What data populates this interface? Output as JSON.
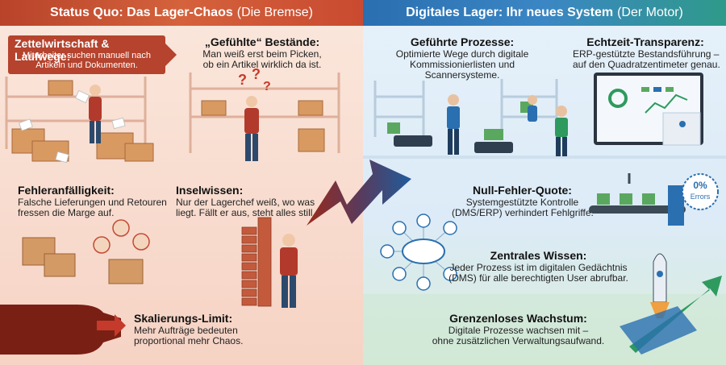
{
  "left": {
    "header": {
      "title": "Status Quo: Das Lager-Chaos",
      "paren": "(Die Bremse)"
    },
    "zettel": {
      "title": "Zettelwirtschaft & Laufwege:",
      "line1": "Mitarbeiter suchen manuell nach",
      "line2": "Artikeln und Dokumenten."
    },
    "gefuehlt": {
      "title": "„Gefühlte“ Bestände:",
      "line1": "Man weiß erst beim Picken,",
      "line2": "ob ein Artikel wirklich da ist."
    },
    "fehler": {
      "title": "Fehleranfälligkeit:",
      "line1": "Falsche Lieferungen und Retouren",
      "line2": "fressen die Marge auf."
    },
    "insel": {
      "title": "Inselwissen:",
      "line1": "Nur der Lagerchef weiß, wo was",
      "line2": "liegt. Fällt er aus, steht alles still."
    },
    "skalierung": {
      "title": "Skalierungs-Limit:",
      "line1": "Mehr Aufträge bedeuten",
      "line2": "proportional mehr Chaos."
    }
  },
  "right": {
    "header": {
      "title": "Digitales Lager: Ihr neues System",
      "paren": "(Der Motor)"
    },
    "gefuehrt": {
      "title": "Geführte Prozesse:",
      "line1": "Optimierte Wege durch digitale",
      "line2": "Kommissionierlisten und",
      "line3": "Scannersysteme."
    },
    "echtzeit": {
      "title": "Echtzeit-Transparenz:",
      "line1": "ERP-gestützte Bestandsführung –",
      "line2": "auf den Quadratzentimeter genau."
    },
    "nullfehler": {
      "title": "Null-Fehler-Quote:",
      "line1": "Systemgestützte Kontrolle",
      "line2": "(DMS/ERP) verhindert Fehlgriffe.",
      "badge1": "0%",
      "badge2": "Errors"
    },
    "zentral": {
      "title": "Zentrales Wissen:",
      "line1": "Jeder Prozess ist im digitalen Gedächtnis",
      "line2": "(DMS) für alle berechtigten User abrufbar."
    },
    "wachstum": {
      "title": "Grenzenloses Wachstum:",
      "line1": "Digitale Prozesse wachsen mit –",
      "line2": "ohne zusätzlichen Verwaltungsaufwand."
    }
  },
  "colors": {
    "left_accent": "#b8432a",
    "right_accent": "#2a6fb0",
    "growth_green": "#2e9a5e"
  }
}
